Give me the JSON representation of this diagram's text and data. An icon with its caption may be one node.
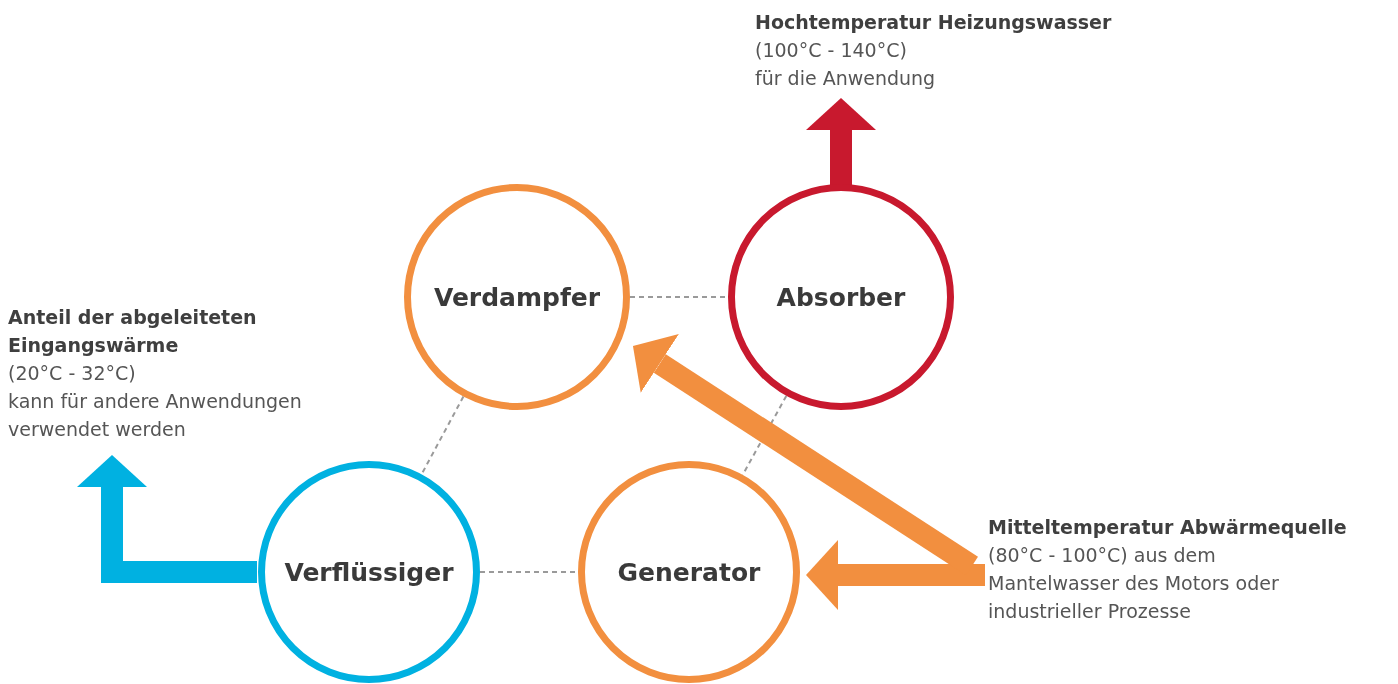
{
  "diagram": {
    "nodes": [
      {
        "text": [
          "Verdampfer"
        ]
      },
      {
        "text": [
          "Absorber"
        ]
      },
      {
        "text": [
          "Verflüssiger"
        ]
      },
      {
        "text": [
          "Generator"
        ]
      },
      {
        "text": [
          "Hochtemperatur Heizungswasser",
          "(100°C - 140°C)",
          "für die Anwendung"
        ]
      },
      {
        "text": [
          "Anteil der abgeleiteten Eingangswärme",
          "(20°C - 32°C)",
          "kann für andere Anwendungen verwendet werden"
        ]
      },
      {
        "text": [
          "Mitteltemperatur Abwärmequelle",
          "(80°C - 100°C) aus dem Mantelwasser des Motors oder industrieller Prozesse"
        ]
      }
    ],
    "edges": [
      {
        "from": 0,
        "to": 1,
        "arrow": "none",
        "style": "dashed"
      },
      {
        "from": 0,
        "to": 2,
        "arrow": "none",
        "style": "dashed"
      },
      {
        "from": 1,
        "to": 3,
        "arrow": "none",
        "style": "dashed"
      },
      {
        "from": 2,
        "to": 3,
        "arrow": "none",
        "style": "dashed"
      },
      {
        "from": 1,
        "to": 4,
        "arrow": "to",
        "style": "thick",
        "color": "#c8192e"
      },
      {
        "from": 2,
        "to": 5,
        "arrow": "to",
        "style": "thick",
        "color": "#00b1e1"
      },
      {
        "from": 6,
        "to": 3,
        "arrow": "to",
        "style": "thick",
        "color": "#f28f3f"
      },
      {
        "from": 6,
        "to": 0,
        "arrow": "to",
        "style": "thick",
        "color": "#f28f3f"
      }
    ]
  }
}
